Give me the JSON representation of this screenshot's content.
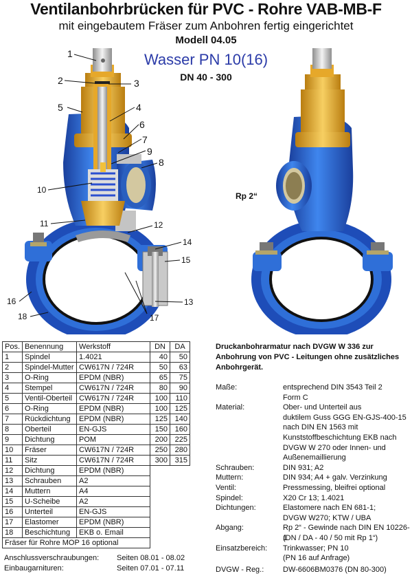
{
  "header": {
    "title": "Ventilanbohrbrücken für PVC - Rohre VAB-MB-F",
    "subtitle": "mit eingebautem Fräser zum Anbohren fertig eingerichtet",
    "model": "Modell 04.05",
    "medium": "Wasser PN 10(16)",
    "dn_range": "DN 40 - 300"
  },
  "figure": {
    "callouts": [
      "1",
      "2",
      "3",
      "4",
      "5",
      "6",
      "7",
      "8",
      "9",
      "10",
      "11",
      "12",
      "13",
      "14",
      "15",
      "16",
      "17",
      "18"
    ],
    "rp_label": "Rp 2“",
    "colors": {
      "blue": "#2f6fd8",
      "blue_dark": "#1a3f9c",
      "brass": "#f2b634",
      "brass_dark": "#b97d10",
      "grey": "#b8b8b8",
      "black": "#111111"
    }
  },
  "parts_table": {
    "headers": [
      "Pos.",
      "Benennung",
      "Werkstoff",
      "DN",
      "DA"
    ],
    "rows": [
      [
        "1",
        "Spindel",
        "1.4021",
        "40",
        "50"
      ],
      [
        "2",
        "Spindel-Mutter",
        "CW617N / 724R",
        "50",
        "63"
      ],
      [
        "3",
        "O-Ring",
        "EPDM (NBR)",
        "65",
        "75"
      ],
      [
        "4",
        "Stempel",
        "CW617N / 724R",
        "80",
        "90"
      ],
      [
        "5",
        "Ventil-Oberteil",
        "CW617N / 724R",
        "100",
        "110"
      ],
      [
        "6",
        "O-Ring",
        "EPDM (NBR)",
        "100",
        "125"
      ],
      [
        "7",
        "Rückdichtung",
        "EPDM (NBR)",
        "125",
        "140"
      ],
      [
        "8",
        "Oberteil",
        "EN-GJS",
        "150",
        "160"
      ],
      [
        "9",
        "Dichtung",
        "POM",
        "200",
        "225"
      ],
      [
        "10",
        "Fräser",
        "CW617N / 724R",
        "250",
        "280"
      ],
      [
        "11",
        "Sitz",
        "CW617N / 724R",
        "300",
        "315"
      ],
      [
        "12",
        "Dichtung",
        "EPDM (NBR)",
        "",
        ""
      ],
      [
        "13",
        "Schrauben",
        "A2",
        "",
        ""
      ],
      [
        "14",
        "Muttern",
        "A4",
        "",
        ""
      ],
      [
        "15",
        "U-Scheibe",
        "A2",
        "",
        ""
      ],
      [
        "16",
        "Unterteil",
        "EN-GJS",
        "",
        ""
      ],
      [
        "17",
        "Elastomer",
        "EPDM (NBR)",
        "",
        ""
      ],
      [
        "18",
        "Beschichtung",
        "EKB o. Email",
        "",
        ""
      ]
    ],
    "footer_row": "Fräser für Rohre MOP 16  optional"
  },
  "spec": {
    "heading": "Druckanbohrarmatur nach DVGW W 336 zur Anbohrung von PVC - Leitungen ohne zusätzliches Anbohrgerät.",
    "items": [
      {
        "label": "Maße:",
        "lines": [
          "entsprechend DIN 3543 Teil 2",
          "Form C"
        ]
      },
      {
        "label": "Material:",
        "lines": [
          "Ober- und Unterteil aus",
          "duktilem Guss GGG  EN-GJS-400-15",
          "nach DIN EN 1563 mit",
          "Kunststoffbeschichtung EKB nach",
          "DVGW W 270 oder Innen- und",
          "Außenemaillierung"
        ]
      },
      {
        "label": "Schrauben:",
        "lines": [
          "DIN 931; A2"
        ]
      },
      {
        "label": "Muttern:",
        "lines": [
          "DIN 934; A4 + galv. Verzinkung"
        ]
      },
      {
        "label": "Ventil:",
        "lines": [
          "Pressmessing, bleifrei optional"
        ]
      },
      {
        "label": "Spindel:",
        "lines": [
          "X20 Cr 13; 1.4021"
        ]
      },
      {
        "label": "Dichtungen:",
        "lines": [
          "Elastomere nach EN 681-1;",
          "DVGW W270;  KTW / UBA"
        ]
      },
      {
        "label": "Abgang:",
        "lines": [
          "Rp 2“ - Gewinde nach DIN EN 10226-1",
          "(DN / DA - 40 / 50 mit Rp 1“)"
        ]
      },
      {
        "label": "Einsatzbereich:",
        "lines": [
          "Trinkwasser;  PN 10",
          "(PN 16 auf Anfrage)"
        ]
      }
    ],
    "dvgw_label": "DVGW - Reg.:",
    "dvgw_value": "DW-6606BM0376 (DN 80-300)"
  },
  "references": [
    {
      "label": "Anschlussverschraubungen:",
      "value": "Seiten  08.01 - 08.02"
    },
    {
      "label": "Einbaugarnituren:",
      "value": "Seiten  07.01 - 07.11"
    }
  ]
}
